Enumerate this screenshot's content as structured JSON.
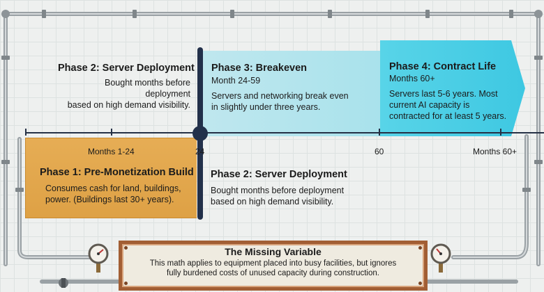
{
  "phases": {
    "phase1": {
      "title": "Phase 1: Pre-Monetization Build",
      "lines": [
        "Consumes cash for land, buildings,",
        "power. (Buildings last 30+ years)."
      ]
    },
    "phase2_upper": {
      "title": "Phase 2: Server Deployment",
      "lines": [
        "Bought months before deployment",
        "based on high demand visibility."
      ]
    },
    "phase2_lower": {
      "title": "Phase 2: Server Deployment",
      "lines": [
        "Bought months before deployment",
        "based on high demand visibility."
      ]
    },
    "phase3": {
      "title": "Phase 3: Breakeven",
      "months": "Month 24-59",
      "lines": [
        "Servers and networking break even",
        "in slightly under three years."
      ]
    },
    "phase4": {
      "title": "Phase 4: Contract Life",
      "months": "Months 60+",
      "lines": [
        "Servers last 5-6 years. Most",
        "current AI capacity is",
        "contracted for at least 5 years."
      ]
    }
  },
  "timeline": {
    "labels": {
      "months_1_24": "Months 1-24",
      "m24": "24",
      "m60": "60",
      "months_60_plus": "Months 60+"
    }
  },
  "missing_variable": {
    "title": "The Missing Variable",
    "lines": [
      "This math applies to equipment placed into busy facilities, but ignores",
      "fully burdened costs of unused capacity during construction."
    ]
  },
  "colors": {
    "phase1": "#dea145",
    "phase3": "#a8e2ec",
    "phase4": "#4fd0e6",
    "axis": "#253045",
    "frame": "#a25e34"
  },
  "icons": [
    "pressure-gauge-icon",
    "pressure-gauge-icon",
    "valve-icon"
  ]
}
